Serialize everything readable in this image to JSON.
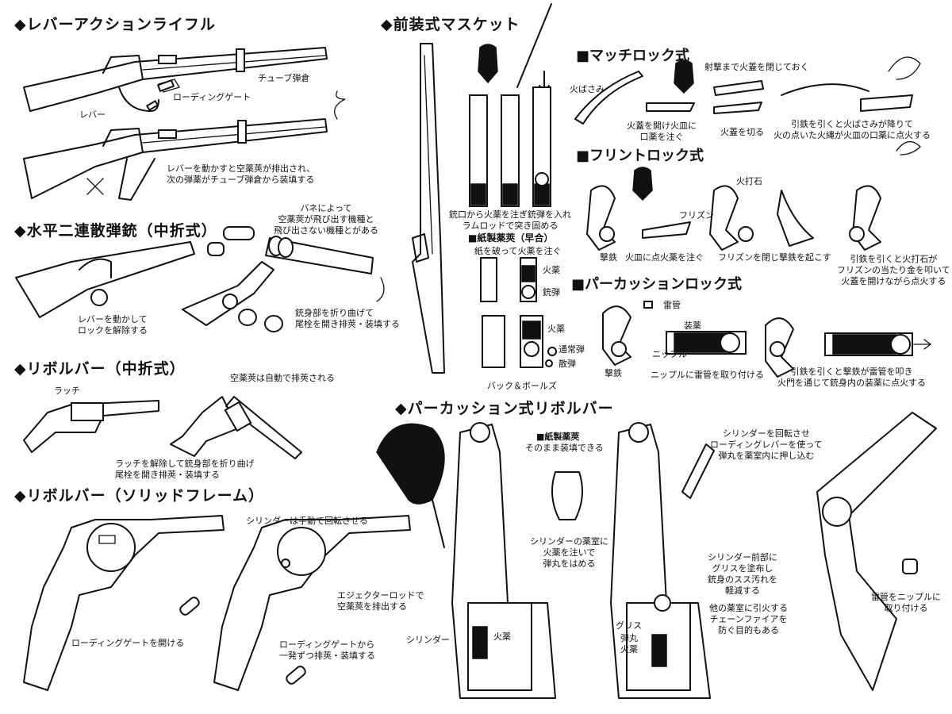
{
  "sections": {
    "lever_action": {
      "title": "◆レバーアクションライフル",
      "labels": {
        "tube_magazine": "チューブ弾倉",
        "loading_gate": "ローディングゲート",
        "lever": "レバー"
      },
      "caption": [
        "レバーを動かすと空薬莢が排出され、",
        "次の弾薬がチューブ弾倉から装填する"
      ]
    },
    "double_barrel": {
      "title": "◆水平二連散弾銃（中折式）",
      "note": [
        "バネによって",
        "空薬莢が飛び出す機種と",
        "飛び出さない機種とがある"
      ],
      "caption_left": [
        "レバーを動かして",
        "ロックを解除する"
      ],
      "caption_right": [
        "銃身部を折り曲げて",
        "尾栓を開き排莢・装填する"
      ]
    },
    "revolver_break": {
      "title": "◆リボルバー（中折式）",
      "label_latch": "ラッチ",
      "note": "空薬莢は自動で排莢される",
      "caption": [
        "ラッチを解除して銃身部を折り曲げ",
        "尾栓を開き排莢・装填する"
      ]
    },
    "revolver_solid": {
      "title": "◆リボルバー（ソリッドフレーム）",
      "note_cylinder": "シリンダーは手動で回転させる",
      "note_gate": "ローディングゲートを開ける",
      "note_ejector": [
        "エジェクターロッドで",
        "空薬莢を排出する"
      ],
      "note_reload": [
        "ローディングゲートから",
        "一発ずつ排莢・装填する"
      ]
    },
    "musket": {
      "title": "◆前装式マスケット",
      "caption_load": [
        "銃口から火薬を注ぎ銃弾を入れ",
        "ラムロッドで突き固める"
      ],
      "paper_title": "■紙製薬莢（早合）",
      "paper_note": "紙を破って火薬を注ぐ",
      "label_powder": "火薬",
      "label_bullet": "銃弾",
      "label_powder2": "火薬",
      "label_normal": "通常弾",
      "label_shot": "散弾",
      "buck_ball": "バック＆ボールズ"
    },
    "matchlock": {
      "title": "■マッチロック式",
      "label_serpentine": "火ばさみ",
      "note_cover": "射撃まで火蓋を閉じておく",
      "cap1": [
        "火蓋を開け火皿に",
        "口薬を注ぐ"
      ],
      "cap2": "火蓋を切る",
      "cap3": [
        "引鉄を引くと火ばさみが降りて",
        "火の点いた火縄が火皿の口薬に点火する"
      ]
    },
    "flintlock": {
      "title": "■フリントロック式",
      "label_flint": "火打石",
      "label_frizzen": "フリズン",
      "label_hammer": "撃鉄",
      "cap1": "火皿に点火薬を注ぐ",
      "cap2": "フリズンを閉じ撃鉄を起こす",
      "cap3": [
        "引鉄を引くと火打石が",
        "フリズンの当たり金を叩いて",
        "火蓋を開けながら点火する"
      ]
    },
    "percussion": {
      "title": "■パーカッションロック式",
      "label_cap": "雷管",
      "label_charge": "装薬",
      "label_nipple": "ニップル",
      "label_hammer": "撃鉄",
      "cap1": "ニップルに雷管を取り付ける",
      "cap2": [
        "引鉄を引くと撃鉄が雷管を叩き",
        "火門を通じて銃身内の装薬に点火する"
      ]
    },
    "percussion_revolver": {
      "title": "◆パーカッション式リボルバー",
      "paper_title": "■紙製薬莢",
      "paper_note": "そのまま装填できる",
      "note_chamber": [
        "シリンダーの薬室に",
        "火薬を注いで",
        "弾丸をはめる"
      ],
      "label_cylinder": "シリンダー",
      "label_powder": "火薬",
      "note_rotate": [
        "シリンダーを回転させ",
        "ローディングレバーを使って",
        "弾丸を薬室内に押し込む"
      ],
      "note_grease": [
        "シリンダー前部に",
        "グリスを塗布し",
        "銃身のスス汚れを",
        "軽減する"
      ],
      "label_grease": "グリス",
      "label_bullet": "弾丸",
      "label_powder2": "火薬",
      "note_chainfire": [
        "他の薬室に引火する",
        "チェーンファイアを",
        "防ぐ目的もある"
      ],
      "note_cap": [
        "雷管をニップルに",
        "取り付ける"
      ]
    }
  },
  "colors": {
    "ink": "#111111",
    "paper": "#ffffff"
  }
}
